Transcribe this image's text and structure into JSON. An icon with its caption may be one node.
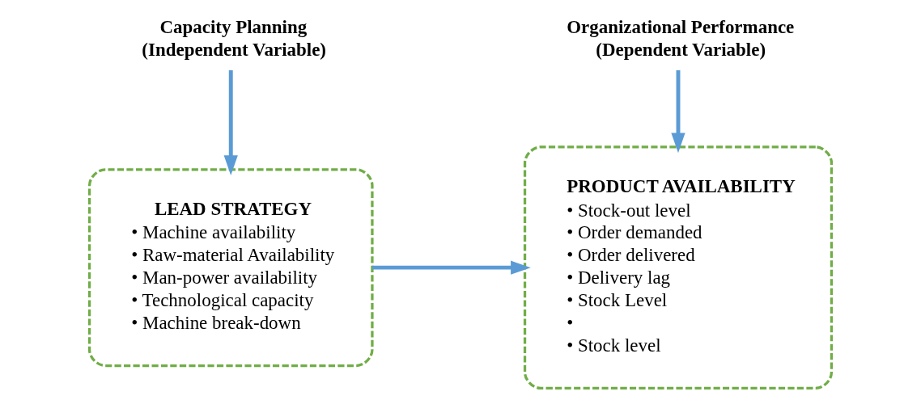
{
  "diagram": {
    "nodes": [
      {
        "text": [
          "Capacity Planning",
          "(Independent Variable)"
        ]
      },
      {
        "text": [
          "LEAD STRATEGY",
          "• Machine availability",
          "• Raw-material Availability",
          "• Man-power availability",
          "• Technological capacity",
          "• Machine break-down"
        ]
      },
      {
        "text": [
          "Organizational Performance",
          "(Dependent Variable)"
        ]
      },
      {
        "text": [
          "PRODUCT AVAILABILITY",
          "• Stock-out level",
          "• Order demanded",
          "• Order delivered",
          "• Delivery lag",
          "• Stock Level",
          "•",
          "• Stock level"
        ]
      }
    ],
    "edges": [
      {
        "from": 0,
        "to": 1,
        "arrow": "to"
      },
      {
        "from": 1,
        "to": 3,
        "arrow": "to"
      },
      {
        "from": 2,
        "to": 3,
        "arrow": "to"
      }
    ]
  }
}
